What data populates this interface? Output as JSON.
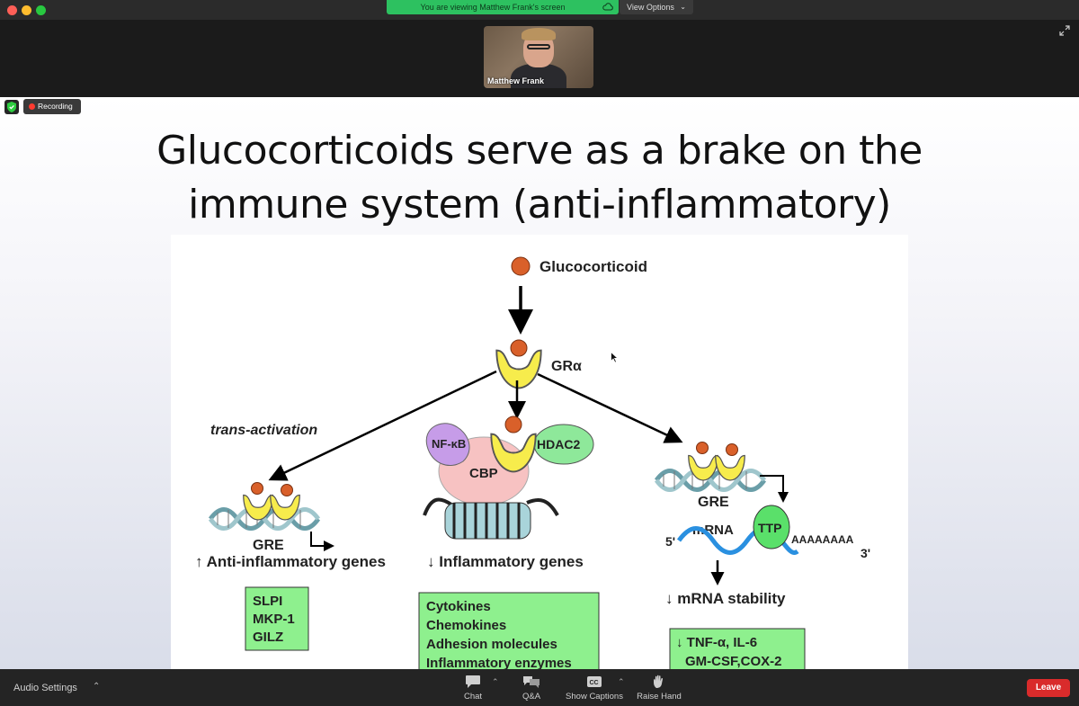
{
  "window": {
    "share_banner": "You are viewing Matthew Frank's screen",
    "view_options": "View Options"
  },
  "video": {
    "participant_name": "Matthew Frank"
  },
  "status": {
    "recording_label": "Recording"
  },
  "slide": {
    "title_line1": "Glucocorticoids serve as a brake on the",
    "title_line2": "immune system (anti-inflammatory)",
    "diagram": {
      "glucocorticoid": "Glucocorticoid",
      "receptor": "GRα",
      "trans_activation": "trans-activation",
      "nfkb": "NF-κB",
      "hdac2": "HDAC2",
      "cbp": "CBP",
      "gre_left": "GRE",
      "gre_right": "GRE",
      "anti_genes": "↑ Anti-inflammatory genes",
      "inflam_genes": "↓ Inflammatory genes",
      "mrna": "mRNA",
      "ttp": "TTP",
      "five_prime": "5'",
      "three_prime": "3'",
      "poly_a": "AAAAAAAA",
      "mrna_stability": "↓ mRNA stability",
      "anti_list": [
        "SLPI",
        "MKP-1",
        "GILZ"
      ],
      "inflam_list": [
        "Cytokines",
        "Chemokines",
        "Adhesion molecules",
        "Inflammatory enzymes"
      ],
      "mrna_list": [
        "↓ TNF-α, IL-6",
        "GM-CSF,COX-2"
      ]
    }
  },
  "toolbar": {
    "audio_settings": "Audio Settings",
    "chat": "Chat",
    "qa": "Q&A",
    "show_captions": "Show Captions",
    "cc": "CC",
    "raise_hand": "Raise Hand",
    "leave": "Leave"
  },
  "colors": {
    "share_green": "#2dc160",
    "leave_red": "#d92b2b",
    "box_green": "#8ef08e",
    "receptor_yellow": "#f7ec4c",
    "ligand_orange": "#d9602a"
  }
}
